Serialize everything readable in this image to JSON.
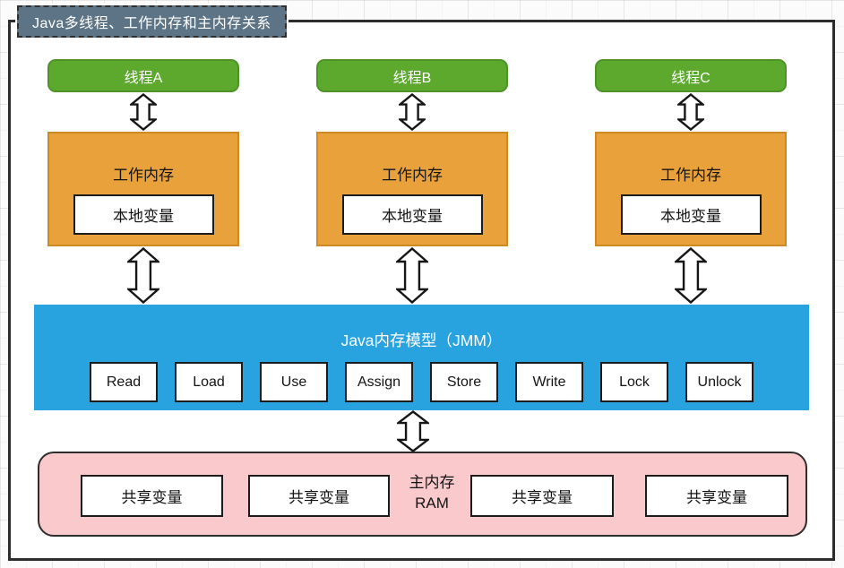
{
  "window": {
    "title": "Java多线程、工作内存和主内存关系"
  },
  "columns": [
    {
      "thread_label": "线程A",
      "memory_label": "工作内存",
      "local_var_label": "本地变量"
    },
    {
      "thread_label": "线程B",
      "memory_label": "工作内存",
      "local_var_label": "本地变量"
    },
    {
      "thread_label": "线程C",
      "memory_label": "工作内存",
      "local_var_label": "本地变量"
    }
  ],
  "jmm": {
    "title": "Java内存模型（JMM）",
    "operations": [
      "Read",
      "Load",
      "Use",
      "Assign",
      "Store",
      "Write",
      "Lock",
      "Unlock"
    ]
  },
  "main_memory": {
    "label_line1": "主内存",
    "label_line2": "RAM",
    "shared_variables": [
      "共享变量",
      "共享变量",
      "共享变量",
      "共享变量"
    ]
  },
  "colors": {
    "thread_green": "#5CA92E",
    "working_memory_orange": "#E9A23B",
    "jmm_blue": "#29A2E0",
    "main_memory_pink": "#F9C9CC",
    "title_slate": "#5D7486",
    "frame_border": "#2D2D2D"
  }
}
